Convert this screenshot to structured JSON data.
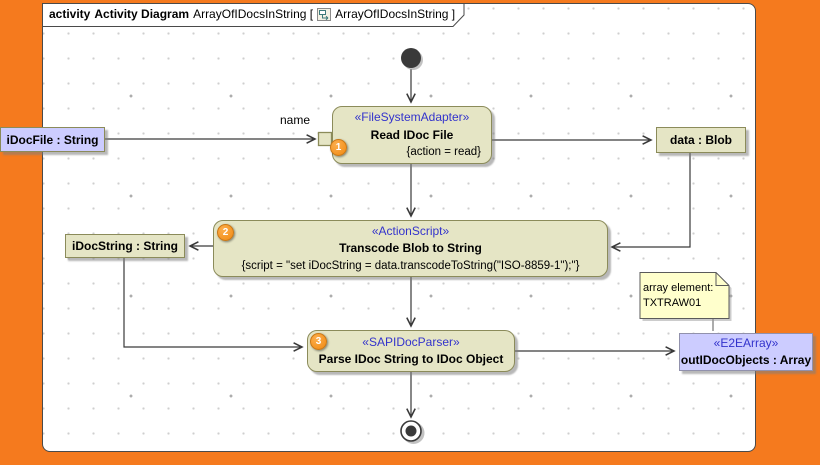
{
  "frame": {
    "keyword": "activity",
    "diagram_type": "Activity Diagram",
    "name_open": "ArrayOfIDocsInString [",
    "ref_close": "ArrayOfIDocsInString ]"
  },
  "nodes": {
    "action1": {
      "badge": "1",
      "stereotype": "«FileSystemAdapter»",
      "name": "Read IDoc File",
      "constraint": "{action = read}"
    },
    "action2": {
      "badge": "2",
      "stereotype": "«ActionScript»",
      "name": "Transcode Blob to String",
      "constraint": "{script = \"set iDocString = data.transcodeToString(\"ISO-8859-1\");\"}"
    },
    "action3": {
      "badge": "3",
      "stereotype": "«SAPIDocParser»",
      "name": "Parse IDoc String to IDoc Object"
    },
    "obj_idocfile": {
      "name": "iDocFile : String"
    },
    "obj_datablob": {
      "name": "data : Blob"
    },
    "obj_idocstring": {
      "name": "iDocString : String"
    },
    "obj_outidocobjects": {
      "stereotype": "«E2EArray»",
      "name": "outIDocObjects : Array"
    }
  },
  "note": {
    "line1": "array element:",
    "line2": "TXTRAW01"
  },
  "edges": {
    "name_label": "name"
  },
  "colors": {
    "canvas_border_orange": "#F57A1E",
    "action_fill": "#E5E5C5",
    "action_border": "#8B8B5A",
    "object_lavender_fill": "#CCCCFF",
    "stereotype_text": "#3333CC",
    "note_fill": "#FFFFCC",
    "badge_orange": "#F7941E",
    "edge_stroke": "#3A3A3A"
  }
}
